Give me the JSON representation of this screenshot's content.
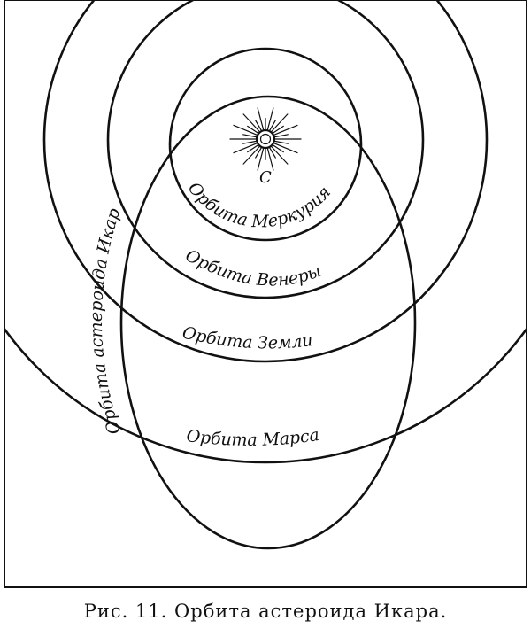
{
  "figure": {
    "sun_label": "С",
    "labels": {
      "mercury": "Орбита Меркурия",
      "venus": "Орбита Венеры",
      "earth": "Орбита Земли",
      "mars": "Орбита Марса",
      "icarus": "Орбита астероида Икар"
    }
  },
  "caption": "Рис. 11. Орбита астероида Икара."
}
